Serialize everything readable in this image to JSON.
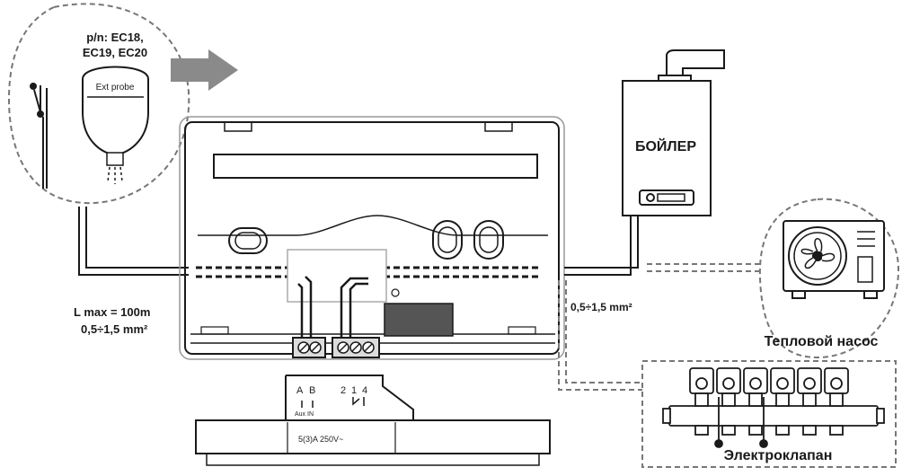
{
  "probe": {
    "part_numbers_line1": "p/n: EC18,",
    "part_numbers_line2": "EC19, EC20",
    "label": "Ext probe"
  },
  "cable_left": {
    "length": "L max = 100m",
    "section": "0,5÷1,5 mm²"
  },
  "cable_right": {
    "section": "0,5÷1,5 mm²"
  },
  "boiler": {
    "label": "БОЙЛЕР"
  },
  "heat_pump": {
    "label": "Тепловой насос"
  },
  "valve": {
    "label": "Электроклапан"
  },
  "terminal_block": {
    "a": "A",
    "b": "B",
    "aux": "Aux IN",
    "t2": "2",
    "t1": "1",
    "t4": "4",
    "rating": "5(3)A  250V~"
  },
  "colors": {
    "line": "#1a1a1a",
    "dashed": "#777777",
    "arrow": "#8a8a8a",
    "terminal": "#dcdcdc",
    "relay": "#555555"
  }
}
